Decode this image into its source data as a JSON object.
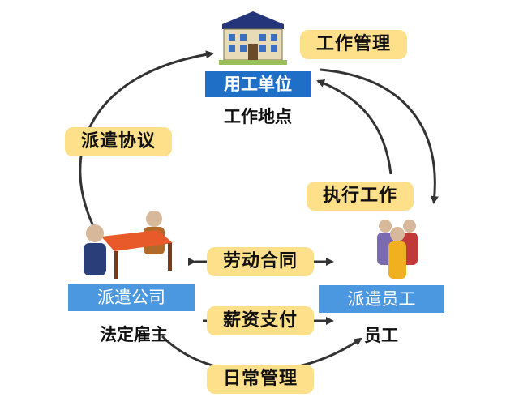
{
  "employer": {
    "name": "用工单位",
    "subtitle": "工作地点",
    "icon": "building-icon"
  },
  "agency": {
    "name": "派遣公司",
    "subtitle": "法定雇主",
    "icon": "office-meeting-icon"
  },
  "worker": {
    "name": "派遣员工",
    "subtitle": "员工",
    "icon": "people-group-icon"
  },
  "relations": {
    "work_management": "工作管理",
    "dispatch_agreement": "派遣协议",
    "perform_work": "执行工作",
    "labor_contract": "劳动合同",
    "salary_payment": "薪资支付",
    "daily_management": "日常管理"
  },
  "colors": {
    "label_fill": "#ffe08a",
    "entity_label_fill": "#1f6fc7",
    "entity_label_light_fill": "#4b97e0",
    "arrow": "#333333"
  }
}
